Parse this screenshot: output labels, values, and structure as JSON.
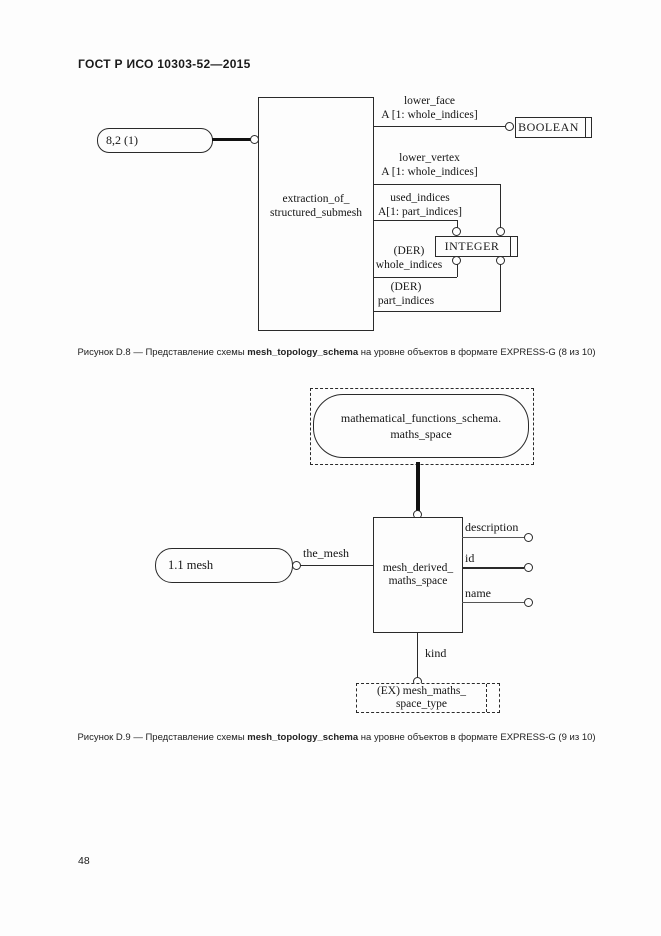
{
  "page": {
    "header": "ГОСТ Р ИСО 10303-52—2015",
    "page_number": "48"
  },
  "colors": {
    "ink": "#1a1a1a",
    "paper": "#fdfdfd"
  },
  "fig_d8": {
    "node_ref": "8,2 (1)",
    "entity": {
      "line1": "extraction_of_",
      "line2": "structured_submesh"
    },
    "types": {
      "boolean": "BOOLEAN",
      "integer": "INTEGER"
    },
    "attrs": [
      {
        "name": "lower_face",
        "type": "A [1: whole_indices]"
      },
      {
        "name": "lower_vertex",
        "type": "A [1: whole_indices]"
      },
      {
        "name": "used_indices",
        "type": "A[1: part_indices]"
      },
      {
        "der": "(DER)",
        "name": "whole_indices"
      },
      {
        "der": "(DER)",
        "name": "part_indices"
      }
    ],
    "caption": {
      "prefix": "Рисунок D.8 — Представление схемы ",
      "bold": "mesh_topology_schema",
      "suffix": " на уровне объектов в формате EXPRESS-G (8 из 10)"
    }
  },
  "fig_d9": {
    "schema_ref": {
      "line1": "mathematical_functions_schema.",
      "line2": "maths_space"
    },
    "entity": {
      "line1": "mesh_derived_",
      "line2": "maths_space"
    },
    "node_ref": "1.1 mesh",
    "rel_label": "the_mesh",
    "attributes": [
      "description",
      "id",
      "name"
    ],
    "kind_label": "kind",
    "enum_ref": {
      "line1": "(EX) mesh_maths_",
      "line2": "space_type"
    },
    "caption": {
      "prefix": "Рисунок D.9 — Представление схемы ",
      "bold": "mesh_topology_schema",
      "suffix": " на уровне объектов в формате EXPRESS-G (9 из 10)"
    }
  }
}
